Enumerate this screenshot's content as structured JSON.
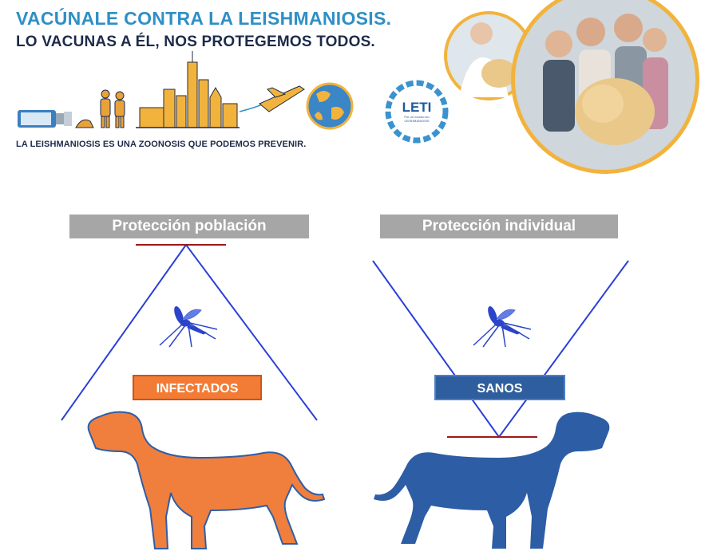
{
  "banner": {
    "headline": "VACÚNALE CONTRA LA LEISHMANIOSIS.",
    "subheadline": "LO VACUNAS A ÉL, NOS PROTEGEMOS TODOS.",
    "tagline": "LA LEISHMANIOSIS ES UNA ZOONOSIS QUE PODEMOS PREVENIR.",
    "logo_text": "LETI",
    "logo_small_text": "Por un mundo sin LEISHMANIOSIS"
  },
  "left_panel": {
    "title": "Protección población",
    "box_label": "INFECTADOS",
    "box_color": "#f27b35",
    "dog_color": "#f07f3d",
    "dog_outline": "#2f5ea6"
  },
  "right_panel": {
    "title": "Protección individual",
    "box_label": "SANOS",
    "box_color": "#2f5e9e",
    "dog_color": "#2d5da5"
  },
  "colors": {
    "headline": "#2f8fc6",
    "subheadline": "#1d2b4a",
    "gray_bar": "#a6a6a6",
    "lines": "#2b3fd8",
    "red_bar": "#a01818",
    "mosquito": "#2b44c9"
  },
  "icons": [
    "vaccine-vial-icon",
    "family-dog-illustration-icon",
    "city-skyline-icon",
    "airplane-icon",
    "globe-icon",
    "leti-logo",
    "mosquito-icon",
    "dog-silhouette"
  ]
}
